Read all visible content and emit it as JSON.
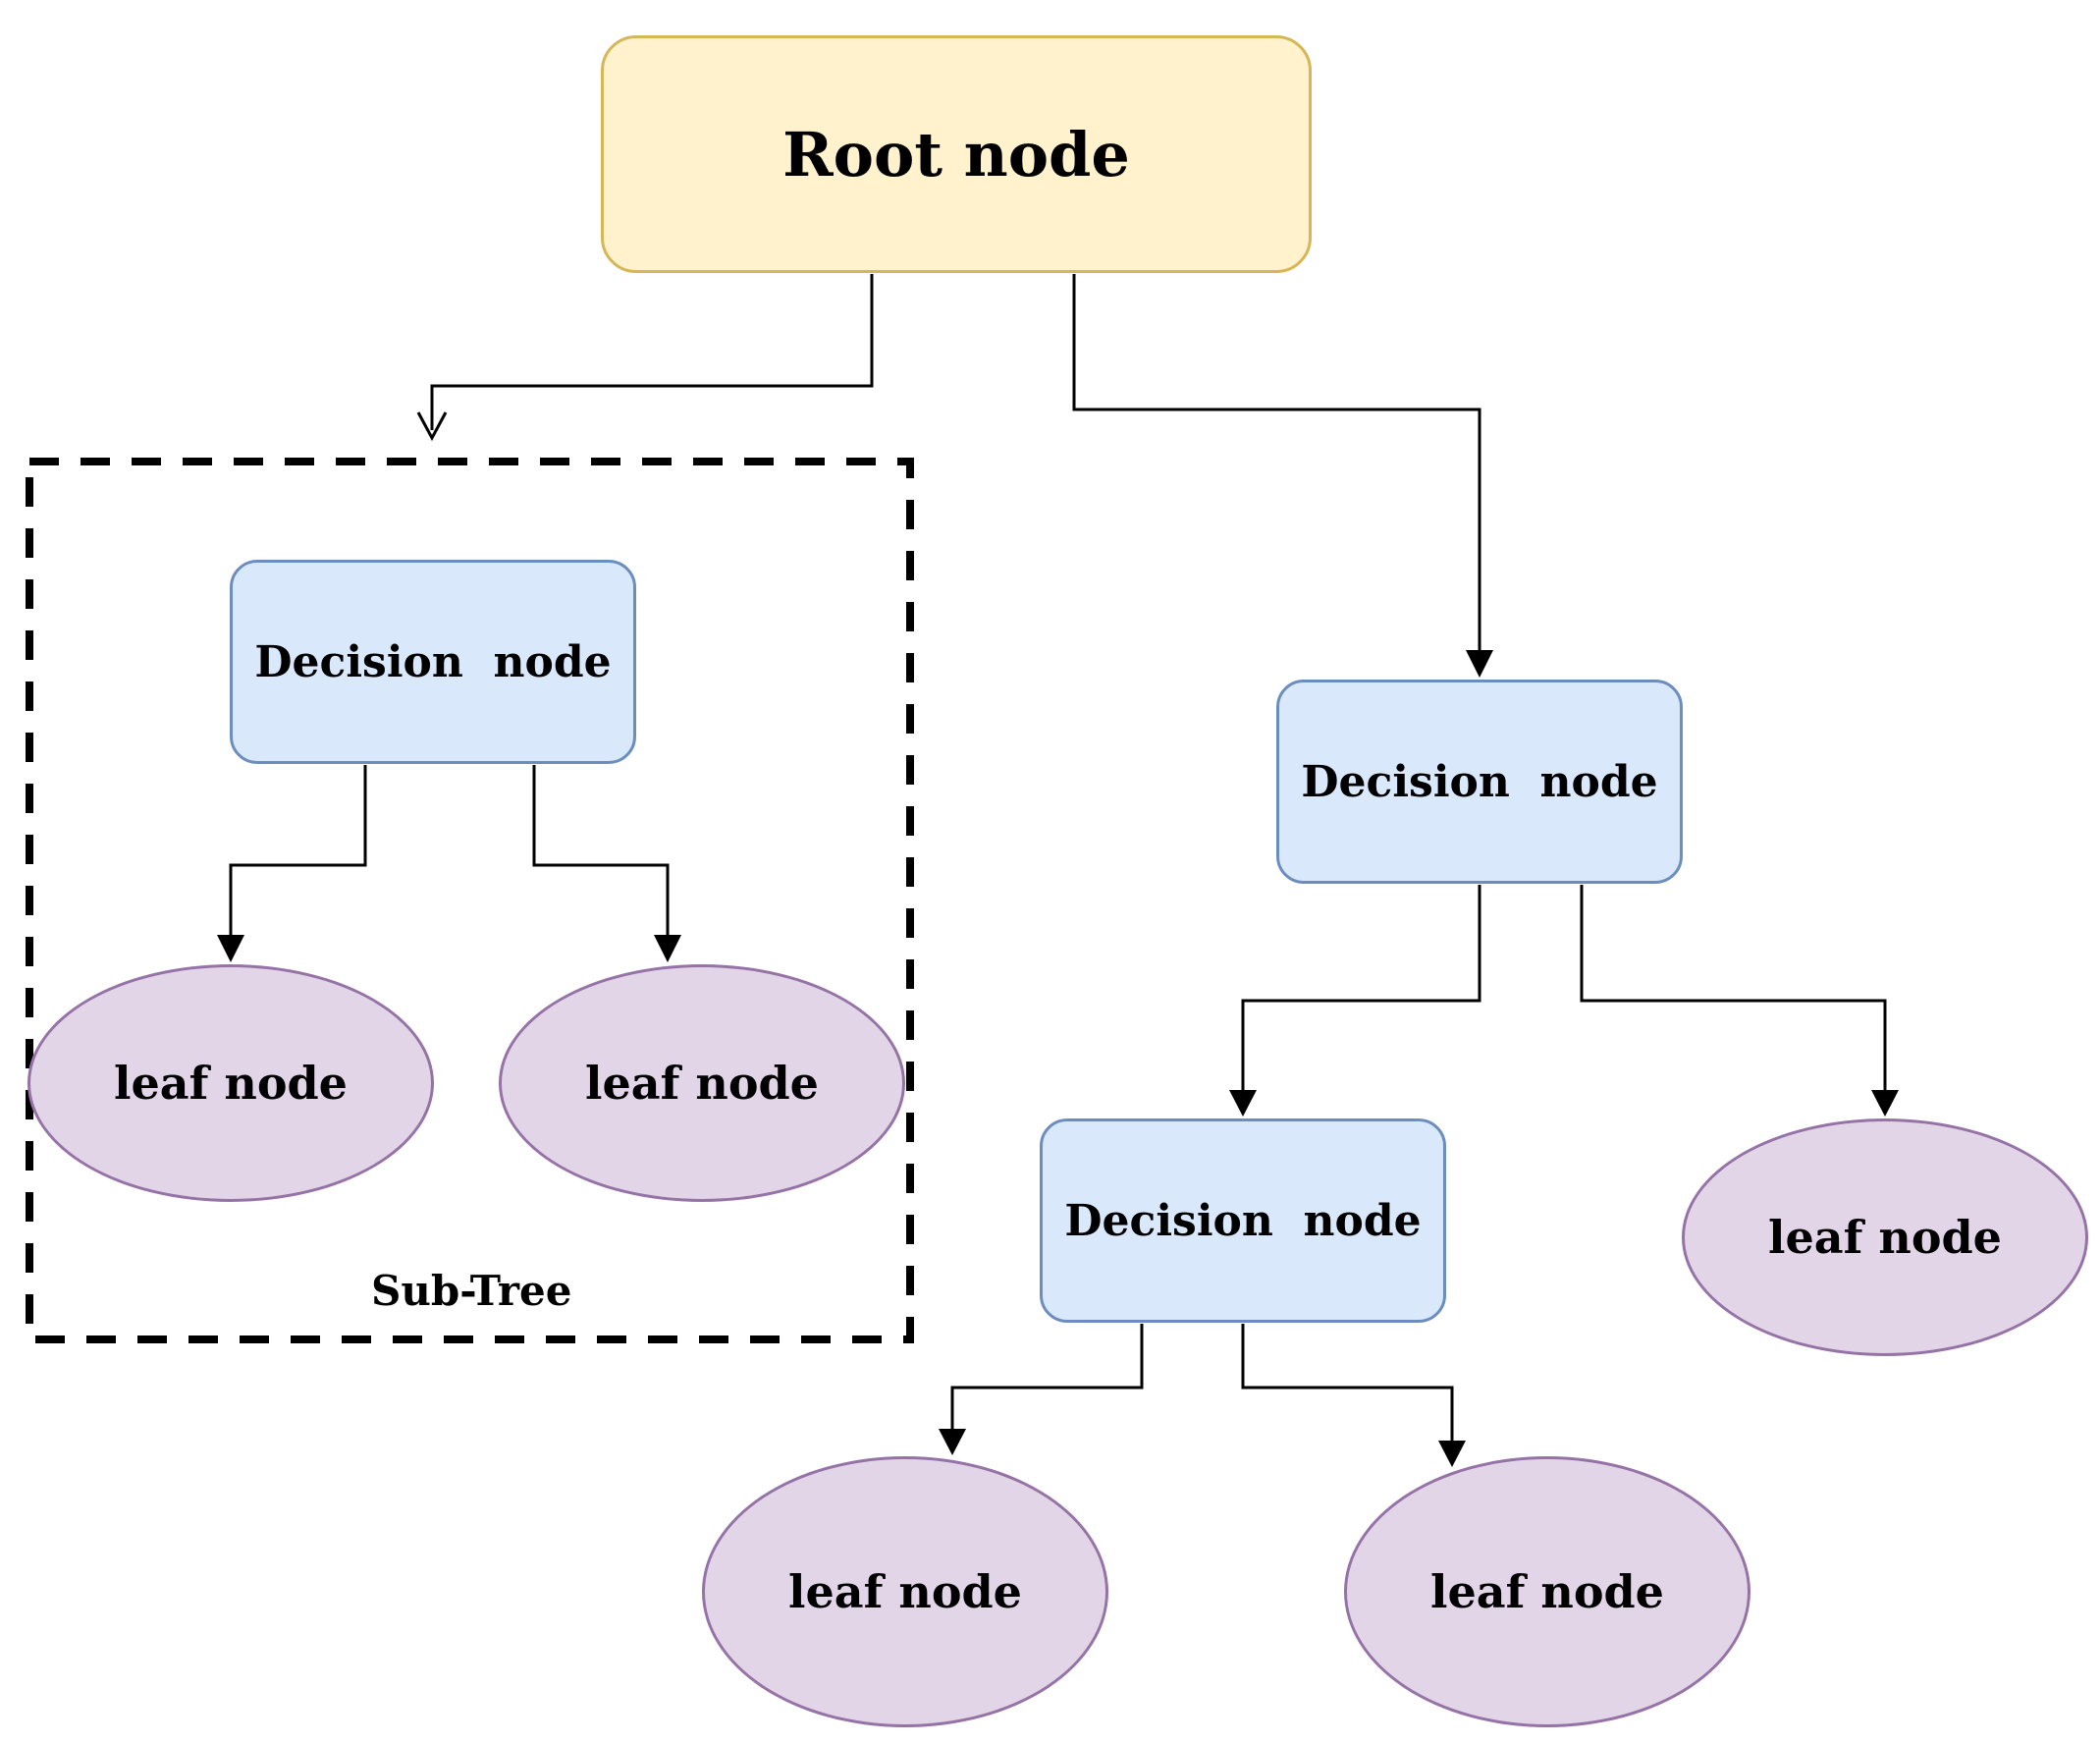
{
  "root": {
    "label": "Root node"
  },
  "decision_nodes": [
    {
      "label": "Decision  node"
    },
    {
      "label": "Decision  node"
    },
    {
      "label": "Decision  node"
    }
  ],
  "leaf_nodes": [
    {
      "label": "leaf node"
    },
    {
      "label": "leaf node"
    },
    {
      "label": "leaf node"
    },
    {
      "label": "leaf node"
    },
    {
      "label": "leaf node"
    }
  ],
  "subtree": {
    "label": "Sub-Tree"
  },
  "colors": {
    "root_fill": "#fff2cc",
    "root_border": "#d6b656",
    "decision_fill": "#dae8fc",
    "decision_border": "#6c8ebf",
    "leaf_fill": "#e1d5e7",
    "leaf_border": "#9673a6",
    "edge": "#000000"
  }
}
